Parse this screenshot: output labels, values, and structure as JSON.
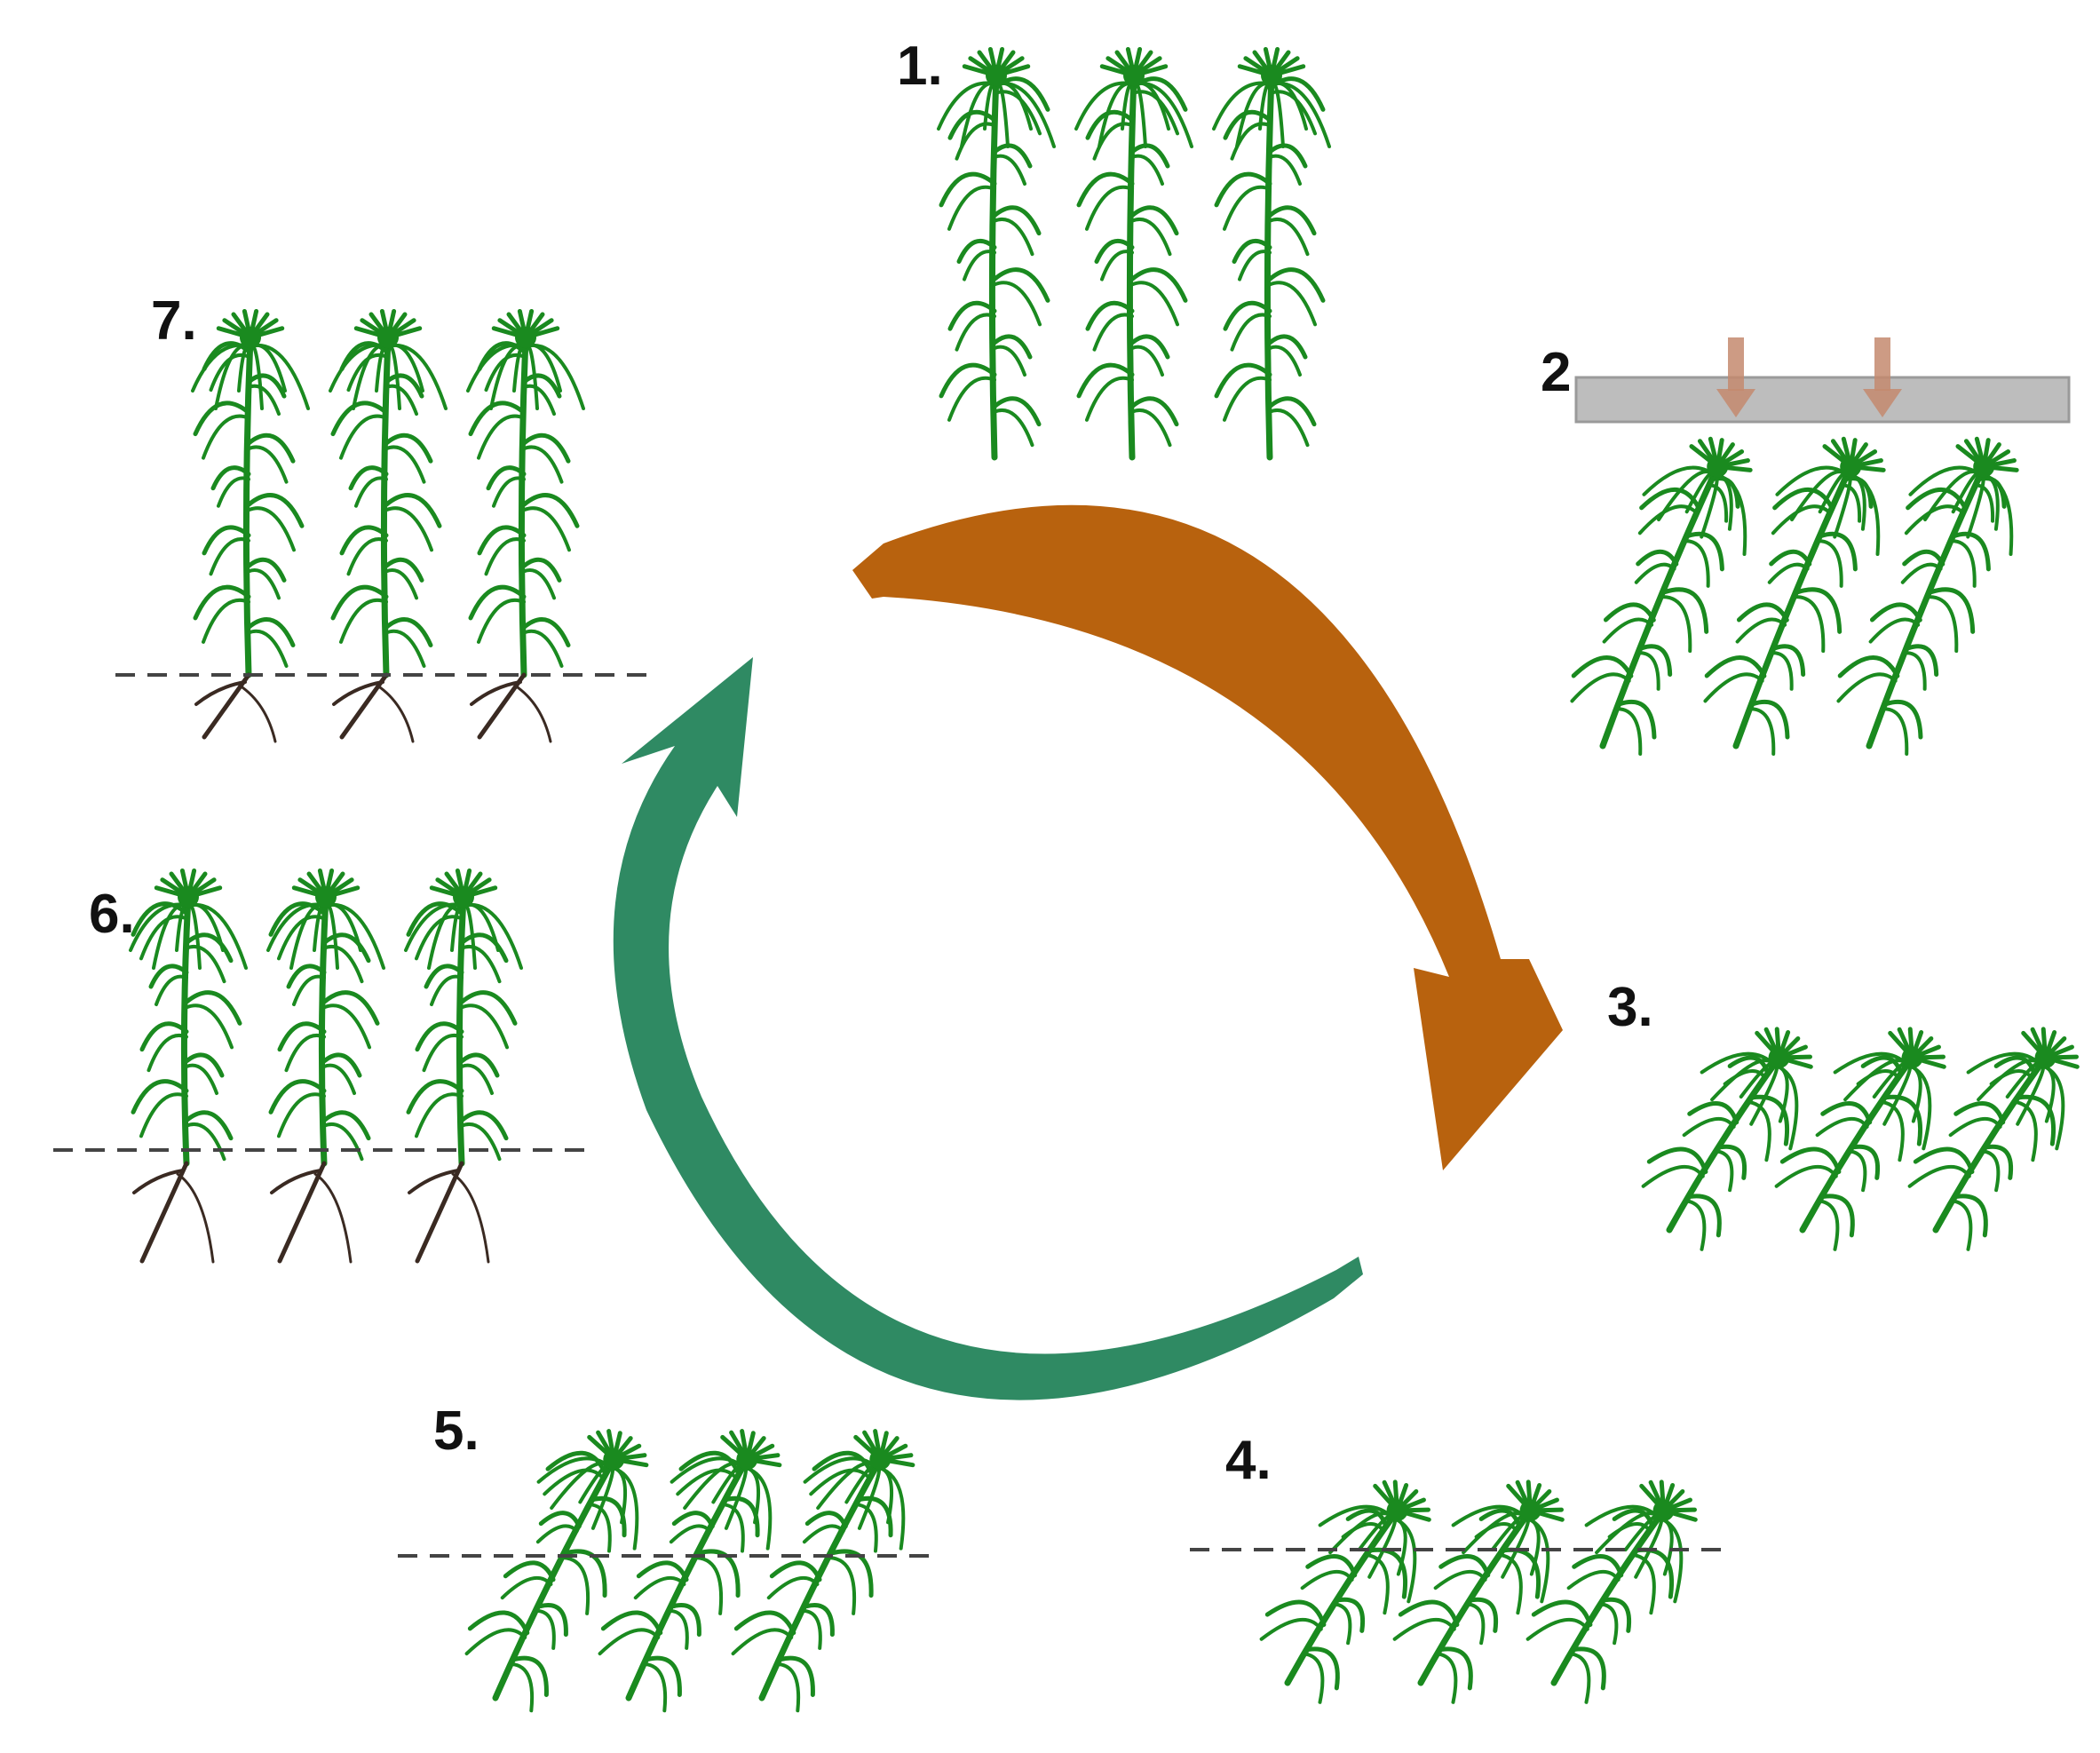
{
  "colors": {
    "plant": "#1a8a1f",
    "root": "#3a2a22",
    "forward_arrow": "#b8620e",
    "return_arrow": "#2f8a63",
    "press_plate": "#bdbdbd",
    "press_arrow": "#c48a6e",
    "ground_line": "#444444"
  },
  "stages": [
    {
      "label": "1.",
      "pose": "upright",
      "plants": 3,
      "ground_line": false,
      "roots": "none",
      "press_plate": false
    },
    {
      "label": "2.",
      "pose": "leaning",
      "plants": 3,
      "ground_line": false,
      "roots": "none",
      "press_plate": true
    },
    {
      "label": "3.",
      "pose": "flattened",
      "plants": 3,
      "ground_line": false,
      "roots": "none",
      "press_plate": false
    },
    {
      "label": "4.",
      "pose": "flattened",
      "plants": 3,
      "ground_line": true,
      "roots": "none",
      "press_plate": false
    },
    {
      "label": "5.",
      "pose": "partly-buried",
      "plants": 3,
      "ground_line": true,
      "roots": "none",
      "press_plate": false
    },
    {
      "label": "6.",
      "pose": "upright",
      "plants": 3,
      "ground_line": true,
      "roots": "long",
      "press_plate": false
    },
    {
      "label": "7.",
      "pose": "upright",
      "plants": 3,
      "ground_line": true,
      "roots": "short",
      "press_plate": false
    }
  ],
  "cycle": {
    "forward": "orange",
    "return": "green"
  }
}
